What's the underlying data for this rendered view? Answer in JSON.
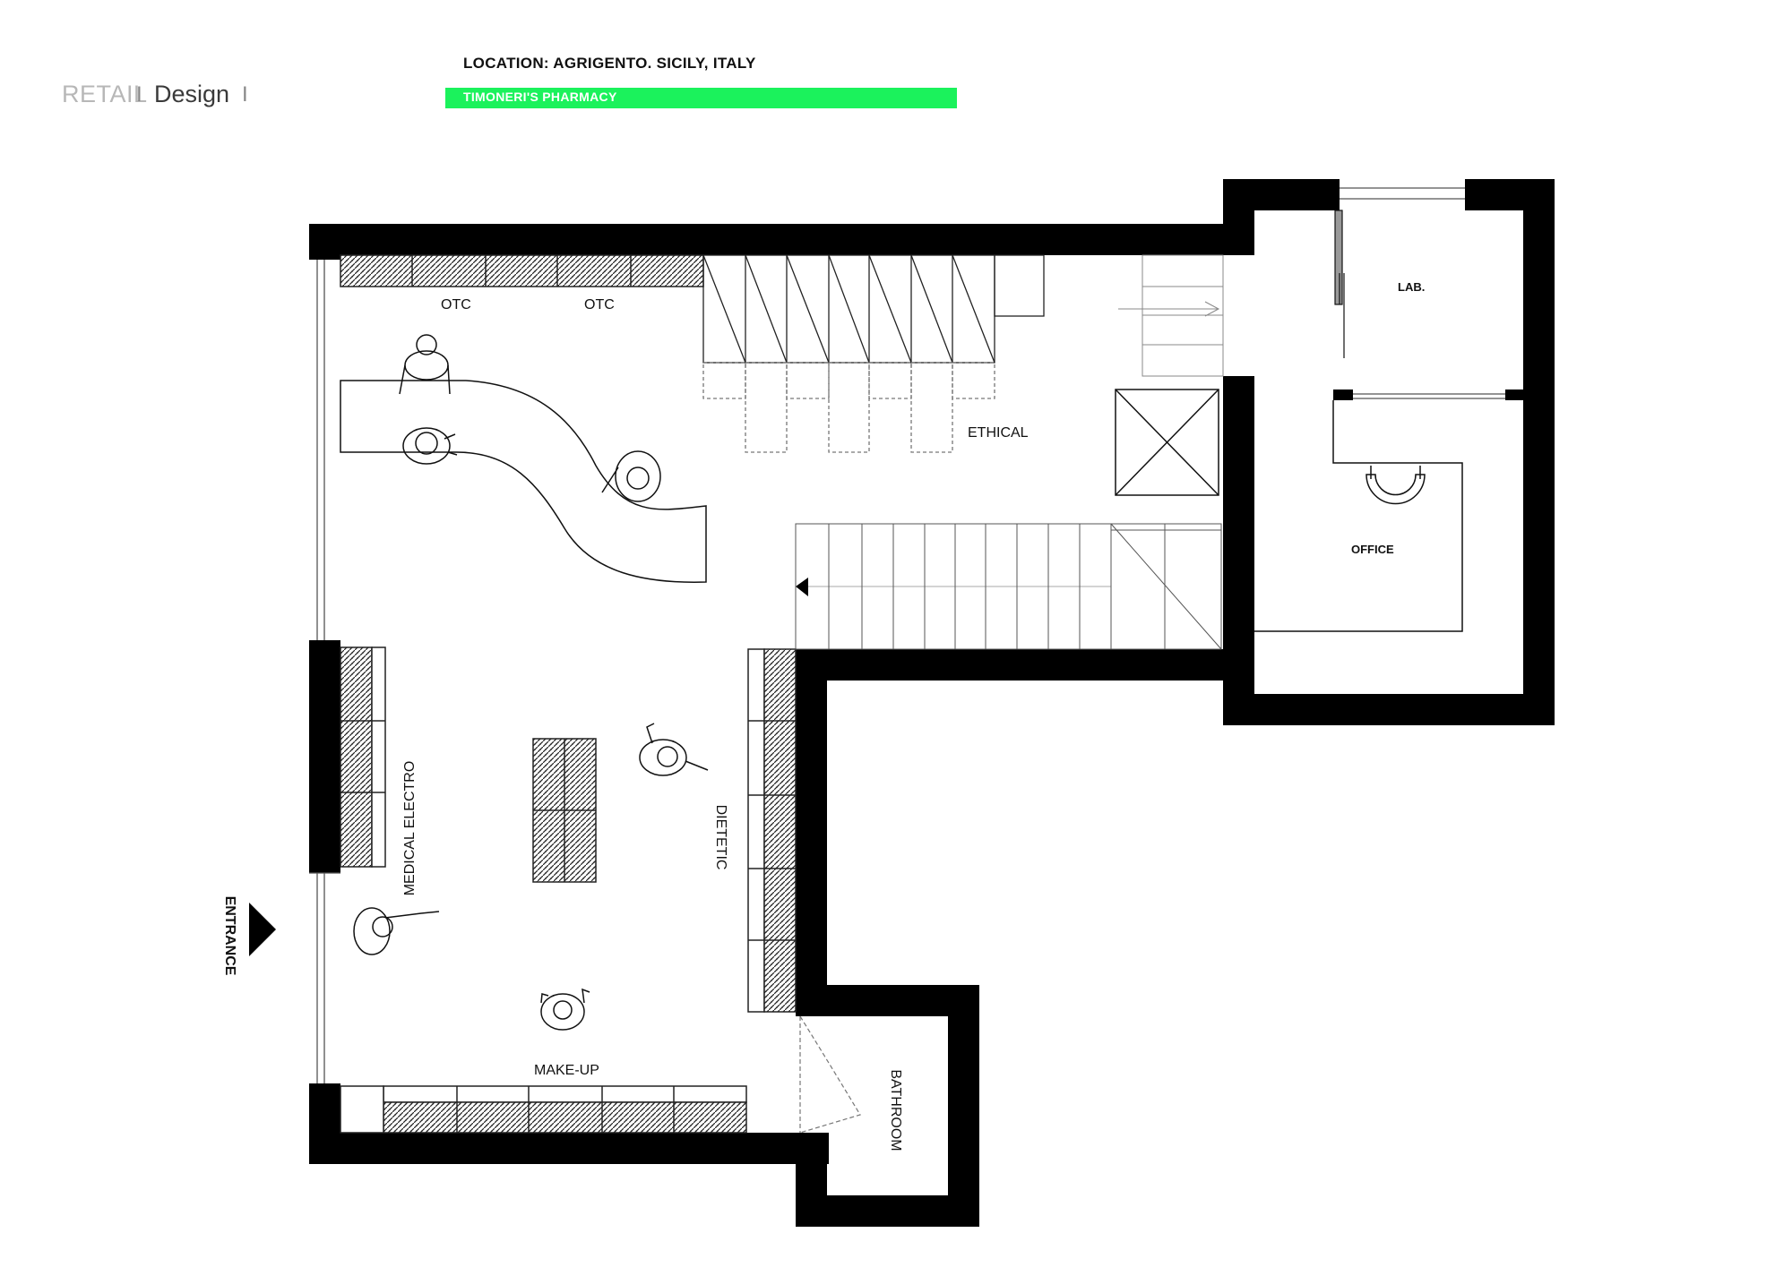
{
  "header": {
    "category": "RETAIL",
    "separator": "I",
    "section": "Design",
    "location": "LOCATION: AGRIGENTO. SICILY, ITALY",
    "project": "TIMONERI'S PHARMACY",
    "accent_color": "#1bf25c"
  },
  "plan": {
    "rooms": {
      "lab": "LAB.",
      "office": "OFFICE",
      "bathroom": "BATHROOM"
    },
    "zones": {
      "otc_left": "OTC",
      "otc_right": "OTC",
      "ethical": "ETHICAL",
      "medical_electro": "MEDICAL ELECTRO",
      "dietetic": "DIETETIC",
      "make_up": "MAKE-UP",
      "entrance": "ENTRANCE"
    },
    "wall_color": "#000000"
  }
}
